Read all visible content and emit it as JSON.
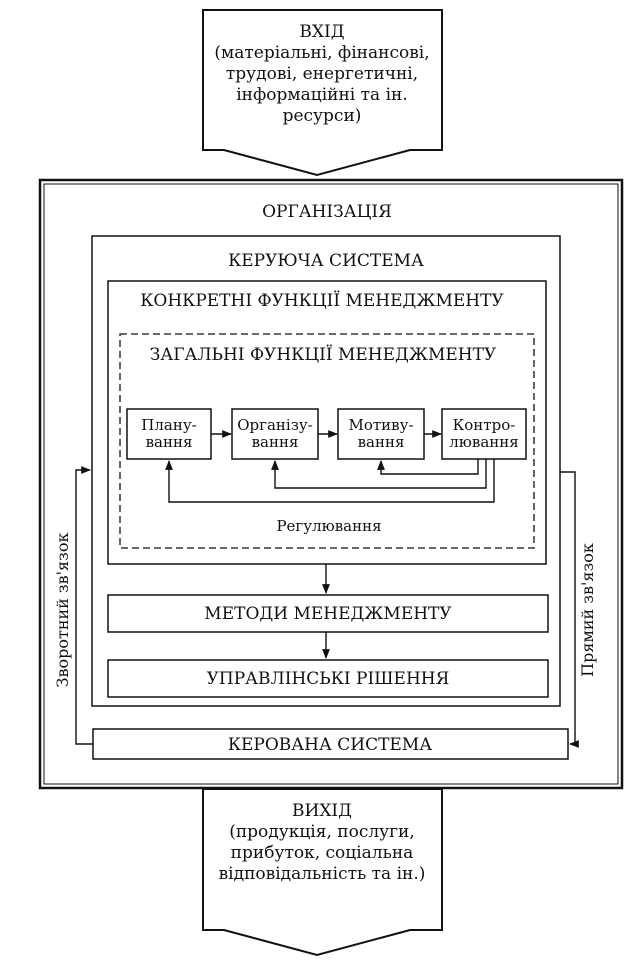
{
  "input": {
    "lines": [
      "ВХІД",
      "(матеріальні, фінансові,",
      "трудові, енергетичні,",
      "інформаційні та ін.",
      "ресурси)"
    ]
  },
  "organization": {
    "title": "ОРГАНІЗАЦІЯ"
  },
  "control_system": {
    "title": "КЕРУЮЧА СИСТЕМА"
  },
  "specific_functions": {
    "title": "КОНКРЕТНІ ФУНКЦІЇ МЕНЕДЖМЕНТУ"
  },
  "general_functions": {
    "title": "ЗАГАЛЬНІ ФУНКЦІЇ МЕНЕДЖМЕНТУ",
    "steps": [
      {
        "lines": [
          "Плану-",
          "вання"
        ]
      },
      {
        "lines": [
          "Організу-",
          "вання"
        ]
      },
      {
        "lines": [
          "Мотиву-",
          "вання"
        ]
      },
      {
        "lines": [
          "Контро-",
          "лювання"
        ]
      }
    ],
    "regulation_label": "Регулювання"
  },
  "methods": {
    "label": "МЕТОДИ МЕНЕДЖМЕНТУ"
  },
  "decisions": {
    "label": "УПРАВЛІНСЬКІ РІШЕННЯ"
  },
  "managed_system": {
    "label": "КЕРОВАНА СИСТЕМА"
  },
  "feedback_label": "Зворотний зв'язок",
  "direct_link_label": "Прямий зв'язок",
  "output": {
    "lines": [
      "ВИХІД",
      "(продукція, послуги,",
      "прибуток, соціальна",
      "відповідальність та ін.)"
    ]
  }
}
